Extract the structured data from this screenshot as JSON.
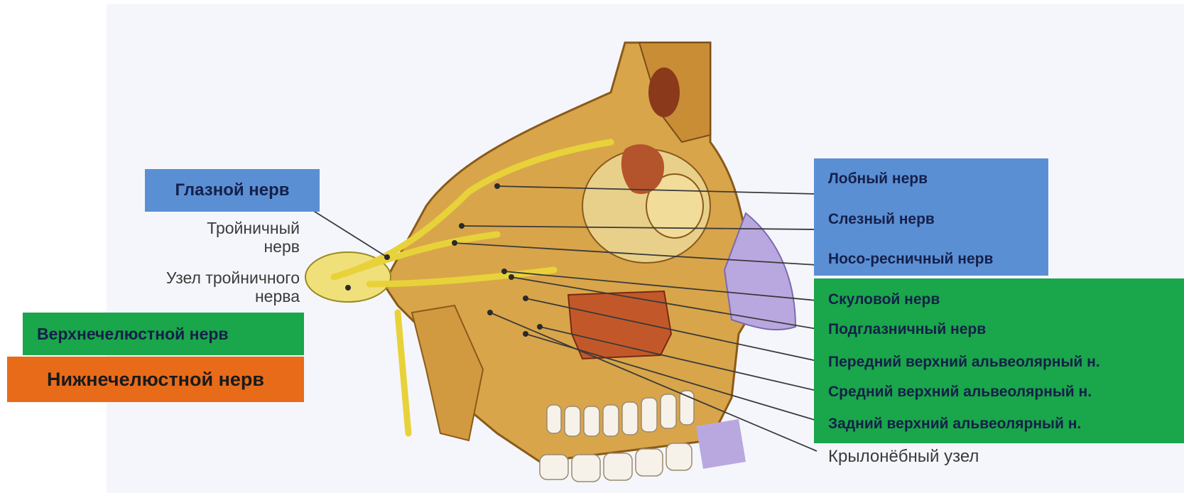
{
  "left_labels": {
    "ophthalmic_nerve": "Глазной нерв",
    "trigeminal_nerve": "Тройничный\nнерв",
    "trigeminal_ganglion": "Узел тройничного\nнерва",
    "maxillary_nerve": "Верхнечелюстной нерв",
    "mandibular_nerve": "Нижнечелюстной нерв"
  },
  "right_labels": {
    "frontal_nerve": "Лобный нерв",
    "lacrimal_nerve": "Слезный нерв",
    "nasociliary_nerve": "Носо-ресничный нерв",
    "zygomatic_nerve": "Скуловой нерв",
    "infraorbital_nerve": "Подглазничный нерв",
    "anterior_superior_alveolar": "Передний верхний альвеолярный н.",
    "middle_superior_alveolar": "Средний верхний альвеолярный н.",
    "posterior_superior_alveolar": "Задний верхний альвеолярный н.",
    "pterygopalatine_ganglion": "Крылонёбный узел"
  },
  "colors": {
    "blue_box": "#5b8fd4",
    "green_box": "#1aa64a",
    "orange_box": "#e86b1a",
    "bone": "#d9a54a",
    "nerve": "#e8d23a",
    "sinus": "#c2582a",
    "cartilage": "#b9a8e0"
  }
}
